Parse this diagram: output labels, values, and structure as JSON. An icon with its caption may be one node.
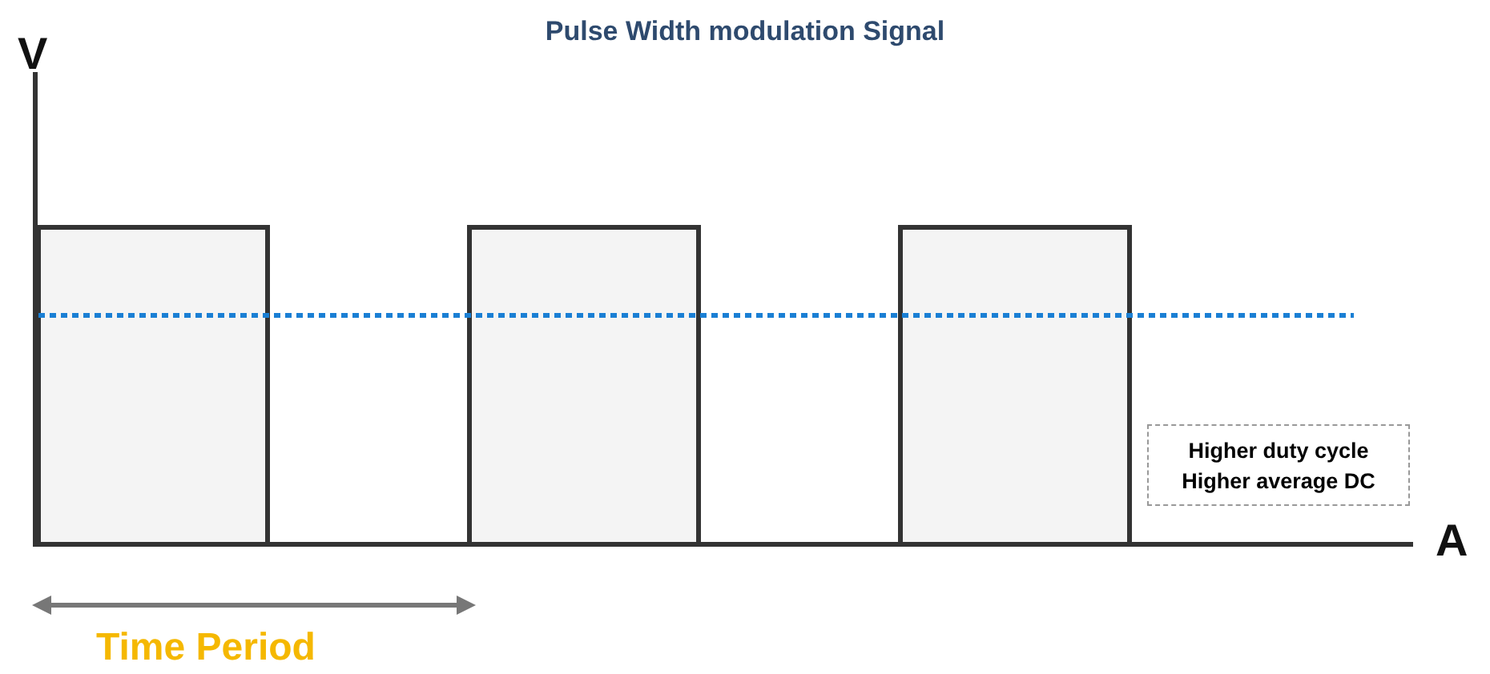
{
  "diagram": {
    "title": "Pulse Width modulation Signal",
    "nodes": [
      {
        "text": [
          "Higher duty cycle Higher average DC"
        ]
      }
    ],
    "edges": [],
    "labels": [
      "V",
      "A",
      "Time Period"
    ]
  }
}
